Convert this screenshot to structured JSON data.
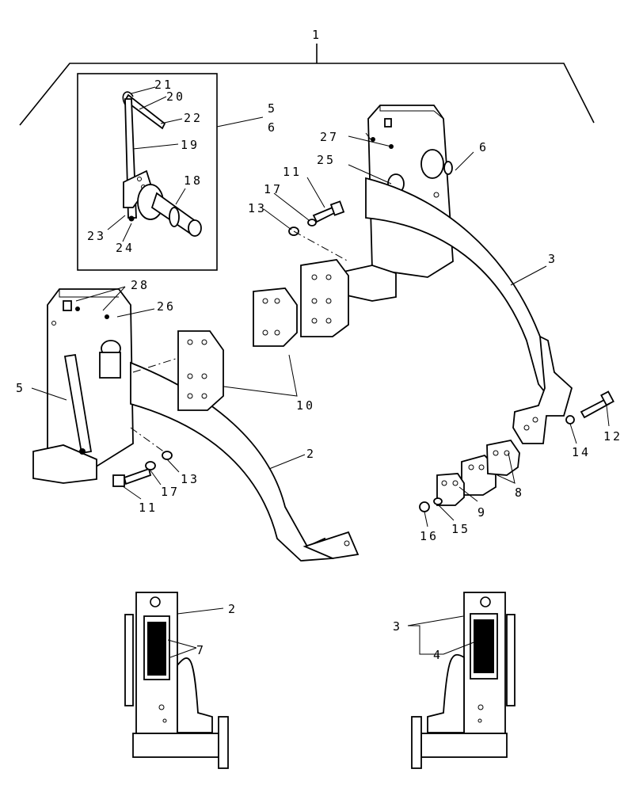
{
  "callouts": {
    "c1": "1",
    "c2a": "2",
    "c2b": "2",
    "c3a": "3",
    "c3b": "3",
    "c4": "4",
    "c5a": "5",
    "c5b": "5",
    "c6a": "6",
    "c6b": "6",
    "c7": "7",
    "c8": "8",
    "c9": "9",
    "c10": "10",
    "c11a": "11",
    "c11b": "11",
    "c12": "12",
    "c13a": "13",
    "c13b": "13",
    "c14": "14",
    "c15": "15",
    "c16": "16",
    "c17a": "17",
    "c17b": "17",
    "c18": "18",
    "c19": "19",
    "c20": "20",
    "c21": "21",
    "c22": "22",
    "c23": "23",
    "c24": "24",
    "c25": "25",
    "c26": "26",
    "c27": "27",
    "c28": "28"
  }
}
